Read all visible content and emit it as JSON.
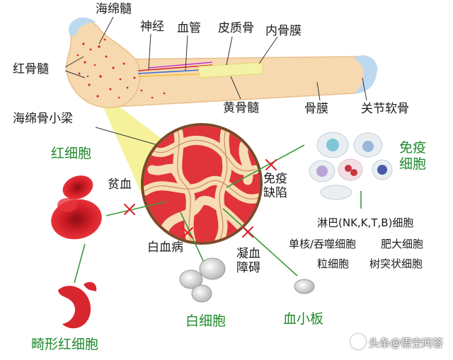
{
  "labels": {
    "spongy_marrow": "海绵髓",
    "nerve": "神经",
    "blood_vessel": "血管",
    "cortical_bone": "皮质骨",
    "endosteum": "内骨膜",
    "red_marrow": "红骨髓",
    "yellow_marrow": "黄骨髓",
    "periosteum": "骨膜",
    "articular_cartilage": "关节软骨",
    "trabecula": "海绵骨小梁",
    "red_cell": "红细胞",
    "immune_cell": "免疫细胞",
    "anemia": "贫血",
    "immunodeficiency": "免疫缺陷",
    "lymph": "淋巴(NK,K,T,B)细胞",
    "mono": "单核/吞噬细胞",
    "mast": "肥大细胞",
    "granulocyte": "粒细胞",
    "dendritic": "树突状细胞",
    "leukemia": "白血病",
    "coagulation": "凝血障碍",
    "white_cell": "白细胞",
    "platelet": "血小板",
    "sickle_cell": "畸形红细胞"
  },
  "watermark": "头条@悟空问答",
  "colors": {
    "bone": "#f7d9b0",
    "marrow_red": "#d8262e",
    "label_green": "#1f8a2a",
    "line_green": "#3c9a3c",
    "cross_red": "#e0202a",
    "lens_yellow": "#f2ee7a",
    "cartilage_blue": "#bcd9ef"
  }
}
